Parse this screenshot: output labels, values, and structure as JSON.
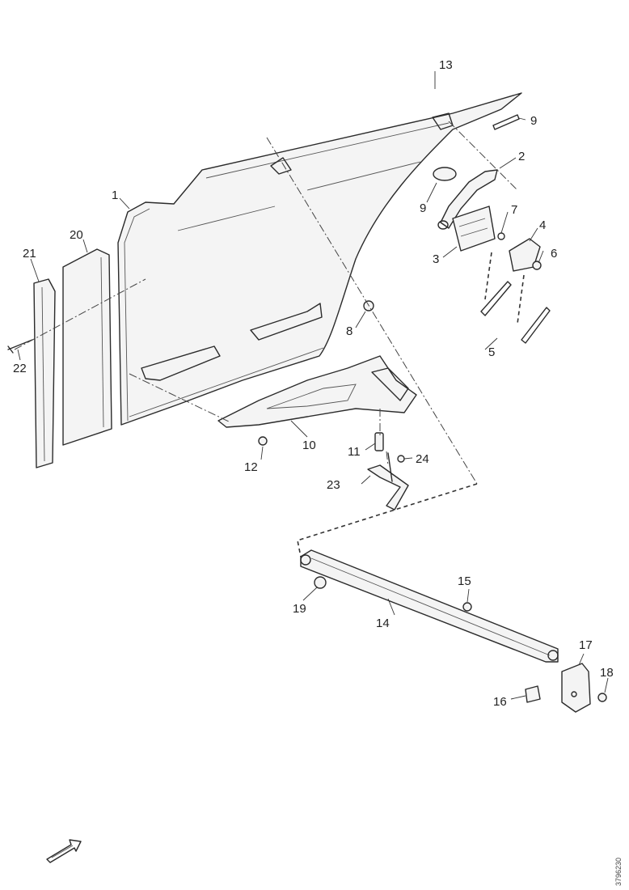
{
  "callouts": {
    "c1": "1",
    "c2": "2",
    "c3": "3",
    "c4": "4",
    "c5": "5",
    "c6": "6",
    "c7": "7",
    "c8": "8",
    "c9a": "9",
    "c9b": "9",
    "c10": "10",
    "c11": "11",
    "c12": "12",
    "c13": "13",
    "c14": "14",
    "c15": "15",
    "c16": "16",
    "c17": "17",
    "c18": "18",
    "c19": "19",
    "c20": "20",
    "c21": "21",
    "c22": "22",
    "c23": "23",
    "c24": "24"
  },
  "reference_number": "3796230",
  "icons": {
    "direction": "forward-arrow-icon"
  }
}
